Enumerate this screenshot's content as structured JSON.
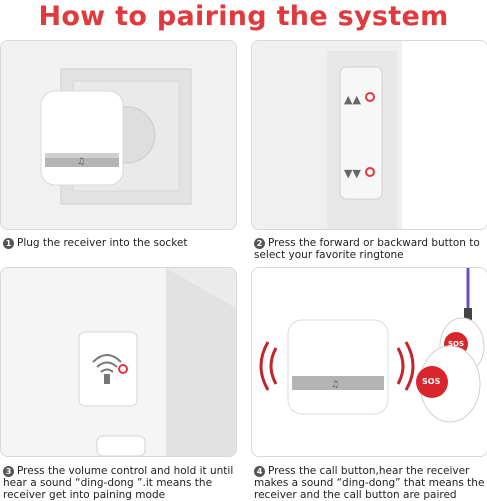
{
  "title": "How to pairing the system",
  "steps": [
    {
      "num": "1",
      "text": "Plug the receiver into the socket"
    },
    {
      "num": "2",
      "text": "Press the forward or backward button to select your favorite ringtone"
    },
    {
      "num": "3",
      "text": "Press the volume control and hold it until hear a sound “ding-dong ”.it means the receiver get into paining mode"
    },
    {
      "num": "4",
      "text": "Press the call button,hear the receiver makes a sound “ding-dong” that means the receiver and the call button are paired"
    }
  ],
  "button_labels": {
    "sos_top": "SOS",
    "sos_bottom": "SOS"
  },
  "colors": {
    "title": "#e0393e",
    "indicator": "#e0393e",
    "panel_border": "#d8d8d8"
  }
}
